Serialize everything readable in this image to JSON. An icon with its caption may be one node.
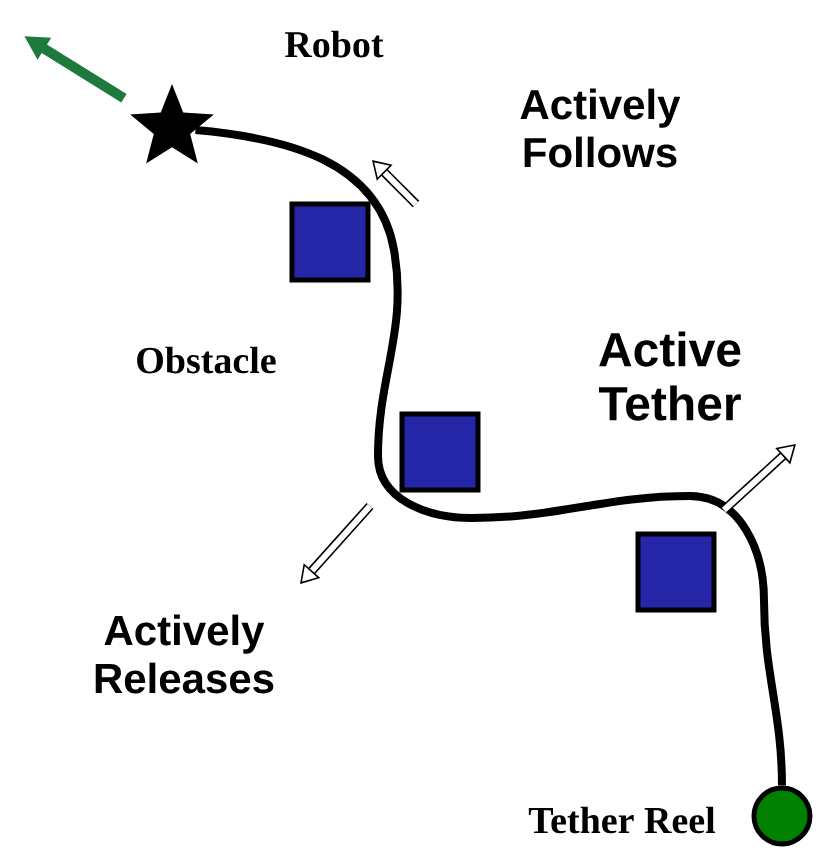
{
  "diagram": {
    "nodes": [
      {
        "text": [],
        "shape": "star",
        "beside": [
          "Robot"
        ]
      },
      {
        "text": [],
        "shape": "box",
        "beside": [
          "Obstacle"
        ]
      },
      {
        "text": [],
        "shape": "box"
      },
      {
        "text": [],
        "shape": "box"
      },
      {
        "text": [],
        "shape": "circle",
        "beside": [
          "Tether Reel"
        ]
      }
    ],
    "edges": [
      {
        "from": 0,
        "to": 4,
        "arrow": "none",
        "label": "Active Tether"
      },
      {
        "from": 0,
        "to": null,
        "arrow": "to",
        "color": "#1e7a3c"
      }
    ],
    "labels": [
      "Actively Follows",
      "Actively Releases"
    ]
  }
}
